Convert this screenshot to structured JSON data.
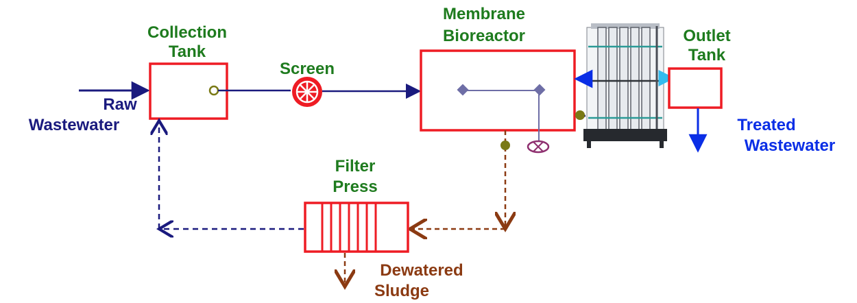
{
  "labels": {
    "collection_tank": [
      "Collection",
      "Tank"
    ],
    "membrane_bioreactor": [
      "Membrane",
      "Bioreactor"
    ],
    "outlet_tank": [
      "Outlet",
      "Tank"
    ],
    "screen": "Screen",
    "filter_press": [
      "Filter",
      "Press"
    ],
    "raw_wastewater": [
      "Raw",
      "Wastewater"
    ],
    "treated_wastewater": [
      "Treated",
      "Wastewater"
    ],
    "dewatered_sludge": [
      "Dewatered",
      "Sludge"
    ]
  },
  "colors": {
    "tank_border": "#ee1c24",
    "tank_label": "#1e7b1e",
    "main_flow": "#1a1a7e",
    "treated_flow": "#0a2ee6",
    "sludge_flow": "#8b3a12",
    "permeate_highlight": "#33bbee",
    "aerator": "#8e2f6f",
    "pump": "#7a7a16",
    "diffuser": "#6e6ea6"
  }
}
